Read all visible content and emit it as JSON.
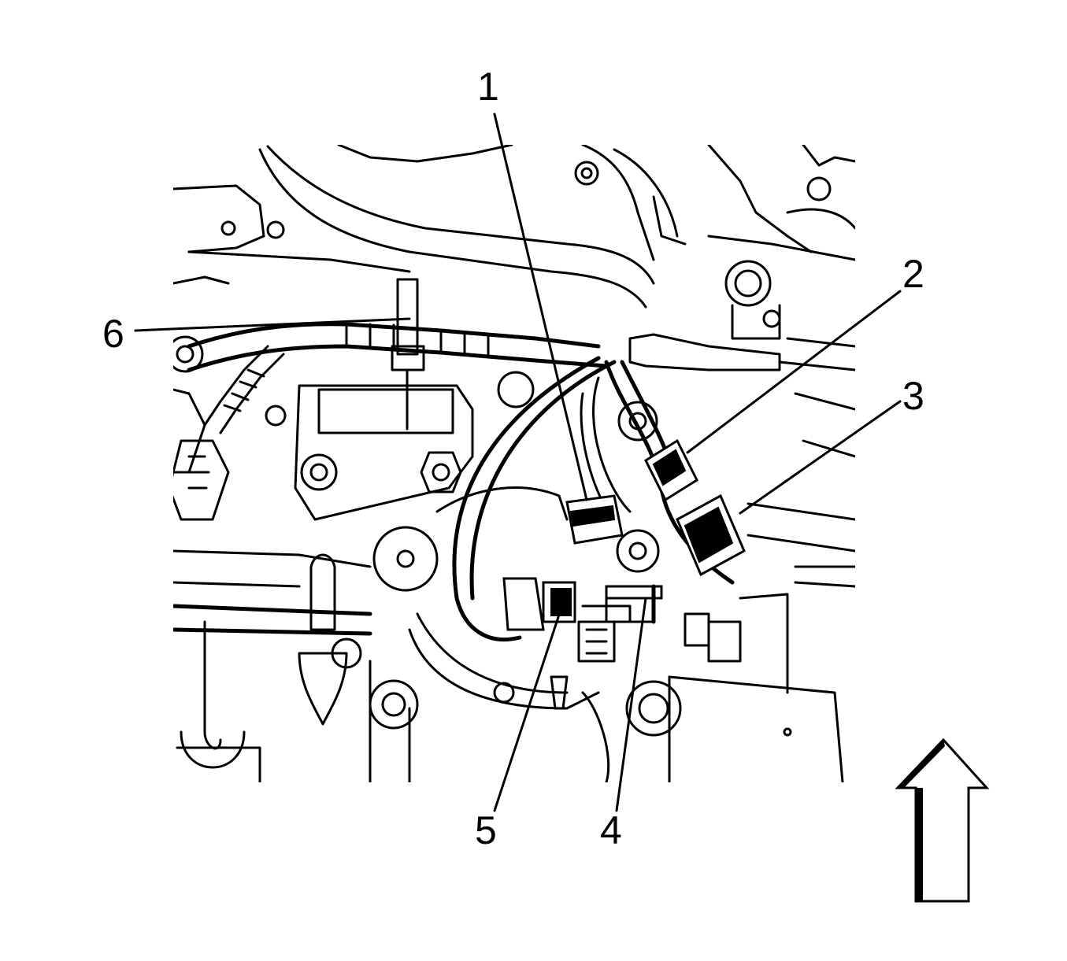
{
  "callouts": [
    {
      "id": "1",
      "label": "1"
    },
    {
      "id": "2",
      "label": "2"
    },
    {
      "id": "3",
      "label": "3"
    },
    {
      "id": "4",
      "label": "4"
    },
    {
      "id": "5",
      "label": "5"
    },
    {
      "id": "6",
      "label": "6"
    }
  ],
  "colors": {
    "ink": "#000000",
    "paper": "#ffffff"
  },
  "orientation_icon": "up-arrow-icon"
}
